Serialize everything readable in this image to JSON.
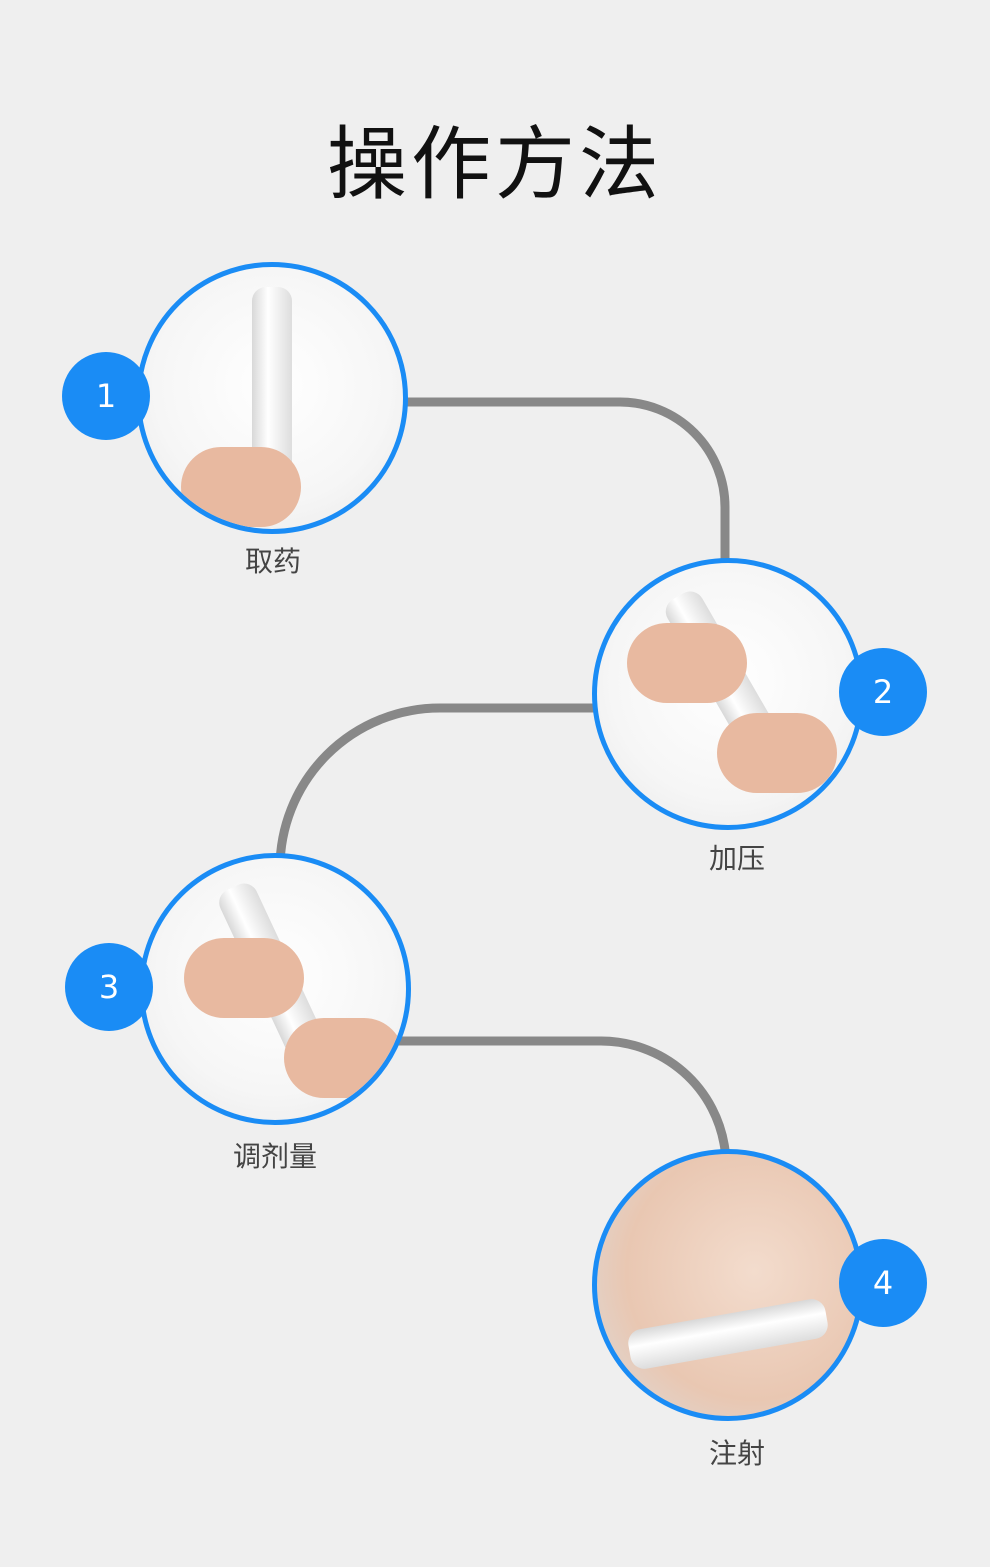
{
  "title": "操作方法",
  "colors": {
    "accent": "#1a8cf5",
    "connector": "#888888",
    "background": "#efefef"
  },
  "steps": [
    {
      "number": "1",
      "label": "取药"
    },
    {
      "number": "2",
      "label": "加压"
    },
    {
      "number": "3",
      "label": "调剂量"
    },
    {
      "number": "4",
      "label": "注射"
    }
  ]
}
